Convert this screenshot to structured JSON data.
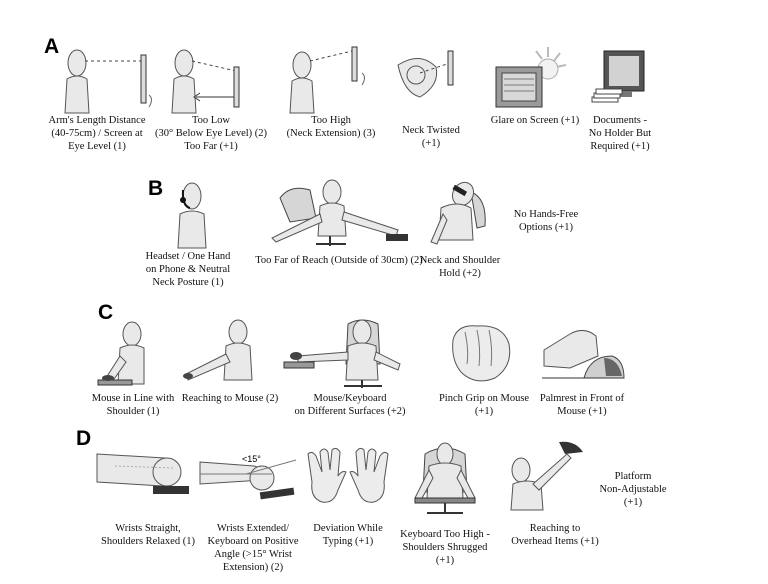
{
  "sections": [
    {
      "letter": "A",
      "items": [
        {
          "caption": "Arm's Length Distance\n(40-75cm) / Screen at\nEye Level (1)"
        },
        {
          "caption": "Too Low\n(30° Below Eye Level) (2)\nToo Far (+1)"
        },
        {
          "caption": "Too High\n(Neck Extension) (3)"
        },
        {
          "caption": "Neck Twisted\n(+1)"
        },
        {
          "caption": "Glare on Screen (+1)"
        },
        {
          "caption": "Documents -\nNo Holder But\nRequired (+1)"
        }
      ]
    },
    {
      "letter": "B",
      "items": [
        {
          "caption": "Headset / One Hand\non Phone & Neutral\nNeck Posture (1)"
        },
        {
          "caption": "Too Far of Reach (Outside of 30cm) (2)"
        },
        {
          "caption": "Neck and Shoulder\nHold (+2)"
        },
        {
          "caption": "No Hands-Free\nOptions (+1)"
        }
      ]
    },
    {
      "letter": "C",
      "items": [
        {
          "caption": "Mouse in Line with\nShoulder (1)"
        },
        {
          "caption": "Reaching to Mouse (2)"
        },
        {
          "caption": "Mouse/Keyboard\non Different Surfaces (+2)"
        },
        {
          "caption": "Pinch Grip on Mouse\n(+1)"
        },
        {
          "caption": "Palmrest in Front of\nMouse (+1)"
        }
      ]
    },
    {
      "letter": "D",
      "items": [
        {
          "caption": "Wrists Straight,\nShoulders Relaxed (1)"
        },
        {
          "caption": "Wrists Extended/\nKeyboard on Positive\nAngle (>15° Wrist\nExtension) (2)",
          "angle_label": "<15°"
        },
        {
          "caption": "Deviation While\nTyping (+1)"
        },
        {
          "caption": "Keyboard Too High -\nShoulders Shrugged\n(+1)"
        },
        {
          "caption": "Reaching to\nOverhead Items (+1)"
        },
        {
          "caption": "Platform\nNon-Adjustable\n(+1)"
        }
      ]
    }
  ]
}
